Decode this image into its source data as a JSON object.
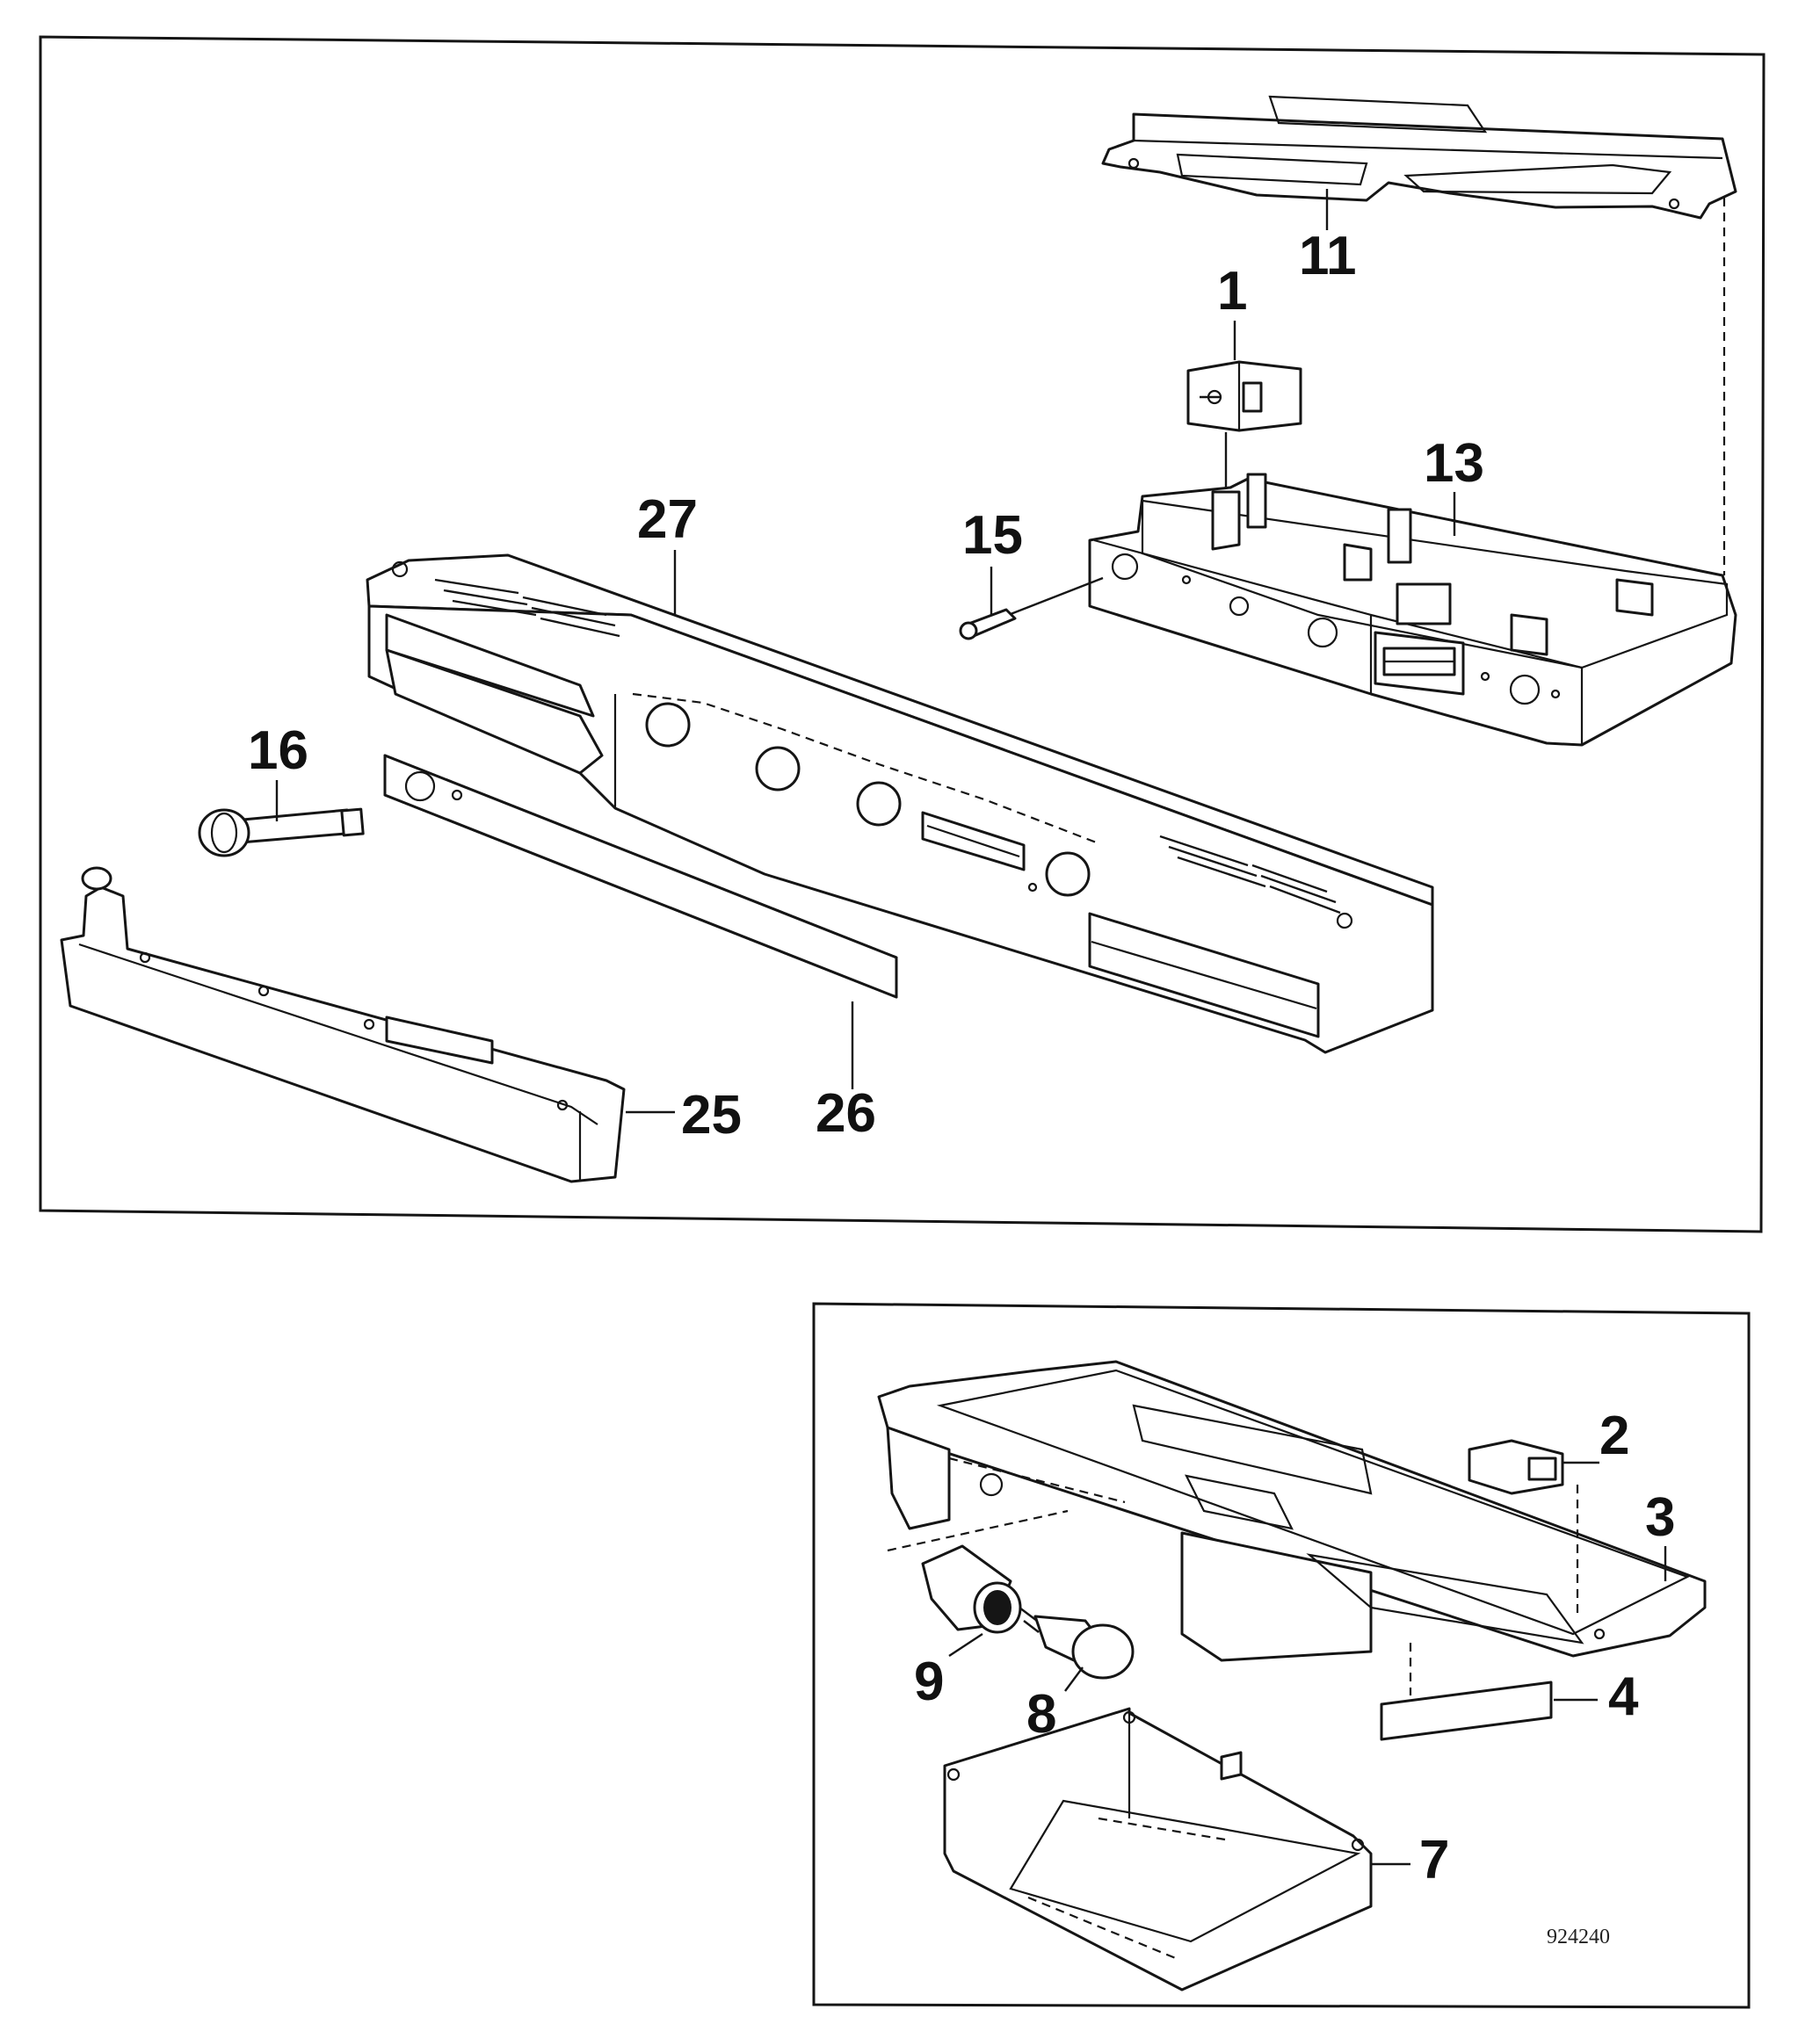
{
  "labels": {
    "p1": "1",
    "p2": "2",
    "p3": "3",
    "p4": "4",
    "p7": "7",
    "p8": "8",
    "p9": "9",
    "p11": "11",
    "p13": "13",
    "p15": "15",
    "p16": "16",
    "p25": "25",
    "p26": "26",
    "p27": "27"
  },
  "figure_code": "924240"
}
